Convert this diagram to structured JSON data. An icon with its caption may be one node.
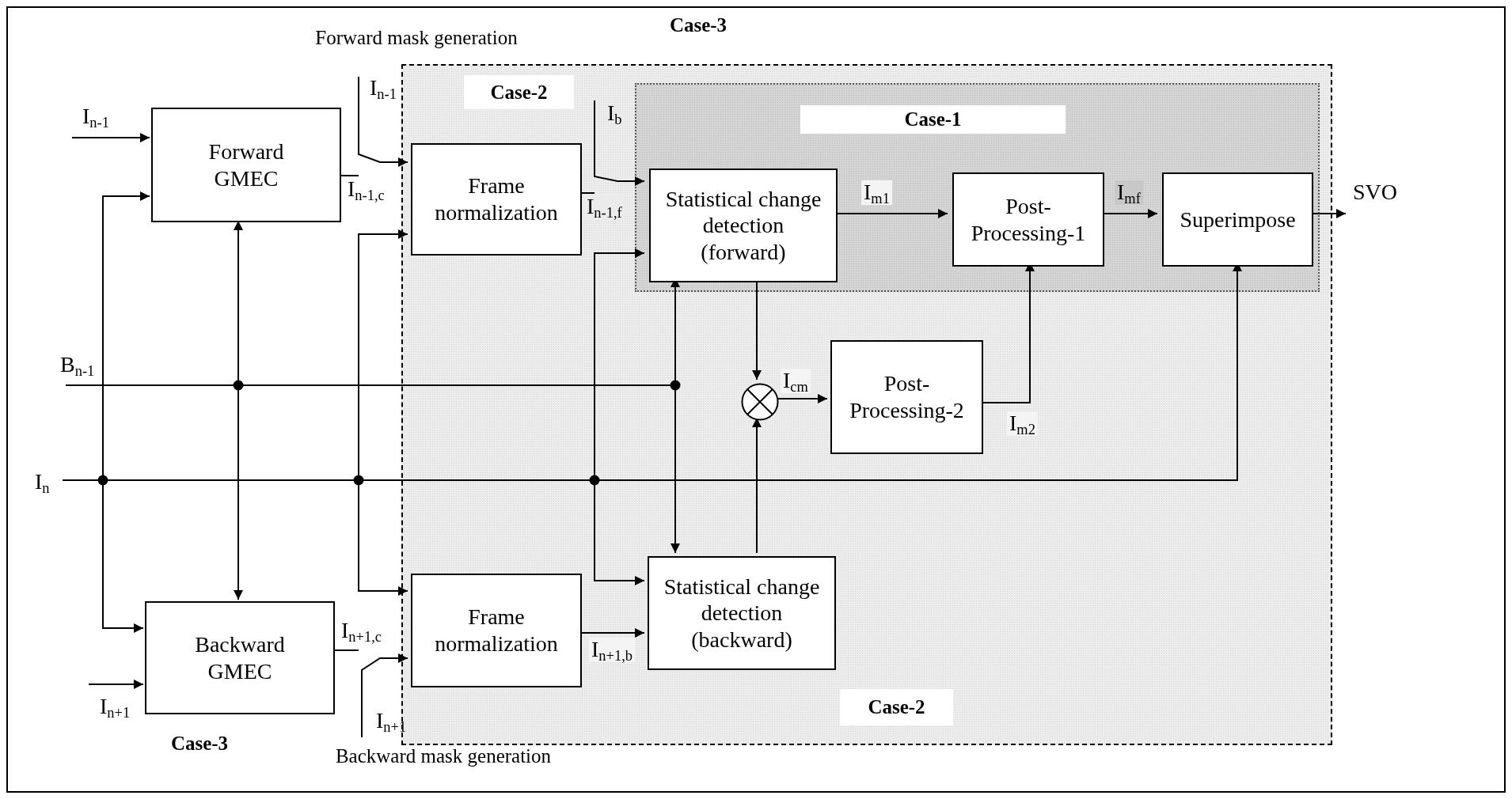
{
  "diagram": {
    "nodes": [
      {
        "text": [
          "Case-3",
          "Case-3"
        ]
      },
      {
        "text": [
          "Case-2",
          "Case-2"
        ],
        "in": 0
      },
      {
        "text": [
          "Case-1"
        ],
        "in": 1
      },
      {
        "text": [
          "Forward GMEC"
        ],
        "in": 0
      },
      {
        "text": [
          "Backward GMEC"
        ],
        "in": 0
      },
      {
        "text": [
          "Frame normalization"
        ],
        "in": 1
      },
      {
        "text": [
          "Frame normalization"
        ],
        "in": 1
      },
      {
        "text": [
          "Statistical change detection (forward)"
        ],
        "in": 2
      },
      {
        "text": [
          "Statistical change detection (backward)"
        ],
        "in": 1
      },
      {
        "text": [
          "Post- Processing-1"
        ],
        "in": 2
      },
      {
        "text": [
          "Superimpose"
        ],
        "in": 2
      },
      {
        "text": [
          "Post- Processing-2"
        ],
        "in": 1
      },
      {
        "text": [],
        "shape": "circle",
        "in": 1
      },
      {
        "text": [
          "I$_{n-1}$"
        ],
        "in": 0
      },
      {
        "text": [
          "I$_{n+1}$"
        ],
        "in": 0
      },
      {
        "text": [
          "B$_{n-1}$"
        ],
        "in": 0
      },
      {
        "text": [
          "I$_{n}$"
        ],
        "in": 0
      },
      {
        "text": [
          "I$_{n-1}$"
        ],
        "in": 0
      },
      {
        "text": [
          "I$_{b}$"
        ],
        "in": 1
      },
      {
        "text": [
          "I$_{n+1}$"
        ],
        "in": 0
      },
      {
        "text": [
          "SVO"
        ],
        "in": 0
      }
    ],
    "edges": [
      {
        "from": 13,
        "to": 3,
        "arrow": "to"
      },
      {
        "from": 14,
        "to": 4,
        "arrow": "to"
      },
      {
        "from": 15,
        "to": 3,
        "arrow": "to"
      },
      {
        "from": 15,
        "to": 4,
        "arrow": "to"
      },
      {
        "from": 16,
        "to": 3,
        "arrow": "to"
      },
      {
        "from": 16,
        "to": 4,
        "arrow": "to"
      },
      {
        "from": 16,
        "to": 5,
        "arrow": "to"
      },
      {
        "from": 16,
        "to": 6,
        "arrow": "to"
      },
      {
        "from": 16,
        "to": 7,
        "arrow": "to"
      },
      {
        "from": 16,
        "to": 8,
        "arrow": "to"
      },
      {
        "from": 15,
        "to": 7,
        "arrow": "to"
      },
      {
        "from": 15,
        "to": 8,
        "arrow": "to"
      },
      {
        "from": 16,
        "to": 10,
        "arrow": "to"
      },
      {
        "from": 3,
        "to": null,
        "arrow": "none",
        "label": "I$_{n-1,c}$"
      },
      {
        "from": 17,
        "to": 5,
        "arrow": "to"
      },
      {
        "from": 5,
        "to": null,
        "arrow": "none",
        "label": "I$_{n-1,f}$"
      },
      {
        "from": 18,
        "to": 7,
        "arrow": "to"
      },
      {
        "from": 4,
        "to": null,
        "arrow": "none",
        "label": "I$_{n+1,c}$"
      },
      {
        "from": 19,
        "to": 6,
        "arrow": "to"
      },
      {
        "from": 6,
        "to": 8,
        "arrow": "to",
        "label": "I$_{n+1,b}$"
      },
      {
        "from": 7,
        "to": 9,
        "arrow": "to",
        "label": "I$_{m1}$"
      },
      {
        "from": 9,
        "to": 10,
        "arrow": "to",
        "label": "I$_{mf}$"
      },
      {
        "from": 10,
        "to": 20,
        "arrow": "to"
      },
      {
        "from": 7,
        "to": 12,
        "arrow": "to"
      },
      {
        "from": 8,
        "to": 12,
        "arrow": "to"
      },
      {
        "from": 12,
        "to": 11,
        "arrow": "to",
        "label": "I$_{cm}$"
      },
      {
        "from": 11,
        "to": 9,
        "arrow": "to",
        "label": "I$_{m2}$"
      }
    ],
    "labels": [
      "Forward mask generation",
      "Backward mask generation"
    ]
  }
}
